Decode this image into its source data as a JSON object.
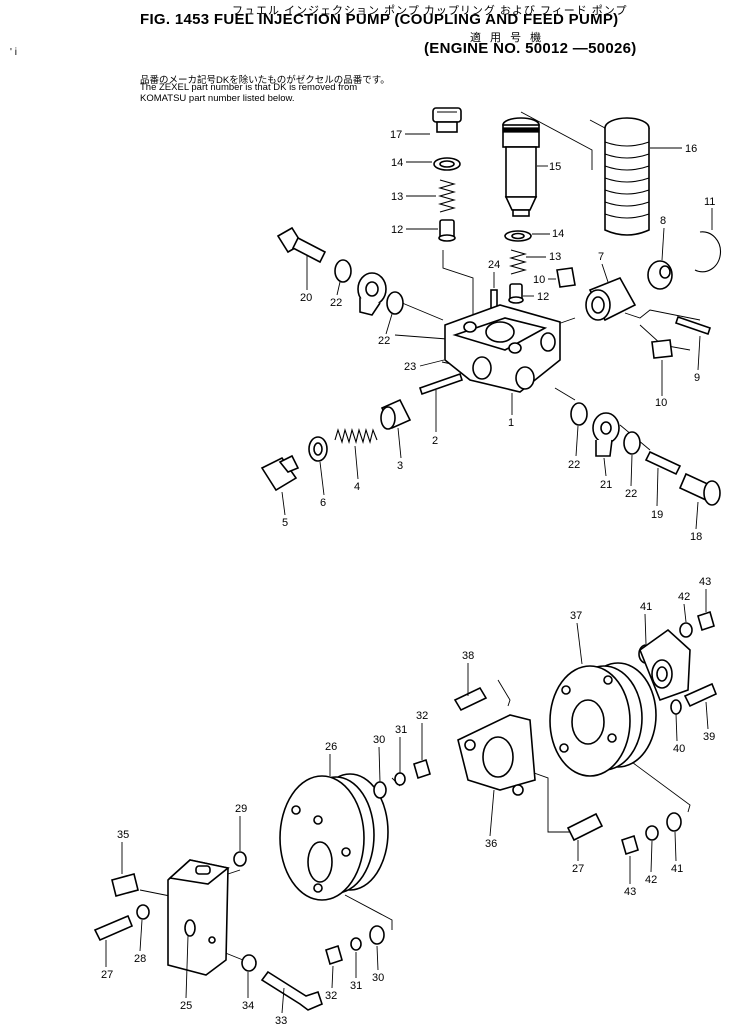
{
  "header": {
    "jp_subtitle": "フュエル インジェクション ポンプ カップリング および フィード ポンプ",
    "fig_title": "FIG. 1453  FUEL INJECTION PUMP (COUPLING AND FEED PUMP)",
    "jp_applicable": "適 用 号 機",
    "engine_range": "(ENGINE NO. 50012 —50026)"
  },
  "note": {
    "jp": "品番のメーカ記号DKを除いたものがゼクセルの品番です。",
    "en_line1": "The ZEXEL part number is that DK is removed from",
    "en_line2": "KOMATSU part number listed below."
  },
  "margin_mark": "' i",
  "callouts": {
    "c17": "17",
    "c14a": "14",
    "c13a": "13",
    "c12a": "12",
    "c15": "15",
    "c16": "16",
    "c14b": "14",
    "c13b": "13",
    "c12b": "12",
    "c24": "24",
    "c10a": "10",
    "c7": "7",
    "c8": "8",
    "c11": "11",
    "c20": "20",
    "c22a": "22",
    "c23": "23",
    "c9": "9",
    "c10b": "10",
    "c1": "1",
    "c2": "2",
    "c3": "3",
    "c4": "4",
    "c5": "5",
    "c6": "6",
    "c22b": "22",
    "c21": "21",
    "c22c": "22",
    "c19": "19",
    "c18": "18",
    "c38": "38",
    "c37": "37",
    "c41a": "41",
    "c42a": "42",
    "c43a": "43",
    "c39": "39",
    "c40": "40",
    "c26": "26",
    "c30a": "30",
    "c31a": "31",
    "c32a": "32",
    "c36": "36",
    "c27a": "27",
    "c43b": "43",
    "c42b": "42",
    "c41b": "41",
    "c29": "29",
    "c35": "35",
    "c27b": "27",
    "c28": "28",
    "c25": "25",
    "c34": "34",
    "c33": "33",
    "c32b": "32",
    "c31b": "31",
    "c30b": "30"
  }
}
